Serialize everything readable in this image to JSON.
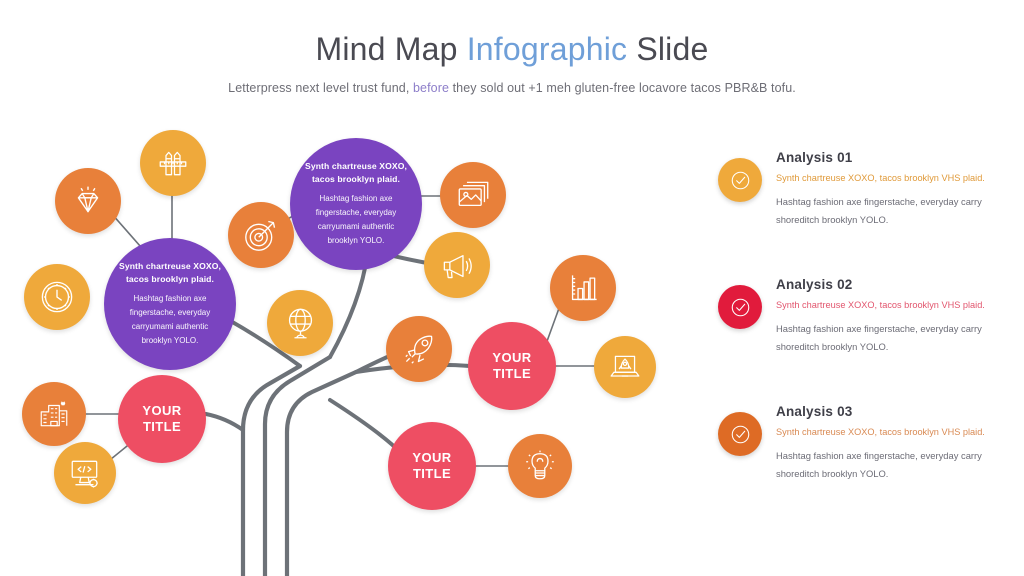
{
  "header": {
    "title_part1": "Mind Map ",
    "title_accent": "Infographic",
    "title_part2": " Slide",
    "subtitle_part1": "Letterpress next level trust fund, ",
    "subtitle_accent": "before",
    "subtitle_part2": " they sold out +1 meh gluten-free locavore tacos PBR&B tofu.",
    "title_color": "#4a4a52",
    "title_accent_color": "#6f9fd8",
    "subtitle_accent_color": "#8d7ec9"
  },
  "palette": {
    "orange": "#E8803A",
    "amber": "#EFA93B",
    "pink": "#EE4E63",
    "purple": "#7A44C0",
    "crimson": "#E11B3C",
    "dark_orange": "#DE6B25",
    "branch": "#6d7278"
  },
  "mindmap": {
    "text_nodes": [
      {
        "id": "purple-node-top",
        "head": "Synth chartreuse XOXO, tacos brooklyn plaid.",
        "body": "Hashtag fashion axe fingerstache, everyday carryumami authentic brooklyn YOLO.",
        "color": "#7A44C0"
      },
      {
        "id": "purple-node-left",
        "head": "Synth chartreuse XOXO, tacos brooklyn plaid.",
        "body": "Hashtag fashion axe fingerstache, everyday carryumami authentic brooklyn YOLO.",
        "color": "#7A44C0"
      }
    ],
    "title_nodes": [
      {
        "id": "title-node-left",
        "line1": "YOUR",
        "line2": "TITLE",
        "color": "#EE4E63"
      },
      {
        "id": "title-node-right",
        "line1": "YOUR",
        "line2": "TITLE",
        "color": "#EE4E63"
      },
      {
        "id": "title-node-bottom-right",
        "line1": "YOUR",
        "line2": "TITLE",
        "color": "#EE4E63"
      }
    ],
    "icon_nodes": [
      {
        "id": "icon-node-diamond",
        "icon": "diamond-icon",
        "color": "#E8803A"
      },
      {
        "id": "icon-node-tools",
        "icon": "pencil-ruler-icon",
        "color": "#EFA93B"
      },
      {
        "id": "icon-node-clock",
        "icon": "clock-icon",
        "color": "#EFA93B"
      },
      {
        "id": "icon-node-target",
        "icon": "target-icon",
        "color": "#E8803A"
      },
      {
        "id": "icon-node-gallery",
        "icon": "image-icon",
        "color": "#E8803A"
      },
      {
        "id": "icon-node-megaphone",
        "icon": "megaphone-icon",
        "color": "#EFA93B"
      },
      {
        "id": "icon-node-globe",
        "icon": "globe-icon",
        "color": "#EFA93B"
      },
      {
        "id": "icon-node-rocket",
        "icon": "rocket-icon",
        "color": "#E8803A"
      },
      {
        "id": "icon-node-chart",
        "icon": "bar-chart-icon",
        "color": "#E8803A"
      },
      {
        "id": "icon-node-launch",
        "icon": "laptop-rocket-icon",
        "color": "#EFA93B"
      },
      {
        "id": "icon-node-building",
        "icon": "building-icon",
        "color": "#E8803A"
      },
      {
        "id": "icon-node-code",
        "icon": "code-monitor-icon",
        "color": "#EFA93B"
      },
      {
        "id": "icon-node-bulb",
        "icon": "lightbulb-icon",
        "color": "#E8803A"
      }
    ]
  },
  "analysis": [
    {
      "title": "Analysis 01",
      "lead": "Synth chartreuse XOXO, tacos brooklyn VHS plaid.",
      "body": "Hashtag fashion axe fingerstache, everyday carry shoreditch brooklyn YOLO.",
      "color": "#EFA93B",
      "lead_color": "#E09A3A",
      "icon": "check-circle-icon"
    },
    {
      "title": "Analysis 02",
      "lead": "Synth chartreuse XOXO, tacos brooklyn VHS plaid.",
      "body": "Hashtag fashion axe fingerstache, everyday carry shoreditch brooklyn YOLO.",
      "color": "#E11B3C",
      "lead_color": "#E2566E",
      "icon": "check-circle-icon"
    },
    {
      "title": "Analysis 03",
      "lead": "Synth chartreuse XOXO, tacos brooklyn VHS plaid.",
      "body": "Hashtag fashion axe fingerstache, everyday carry shoreditch brooklyn YOLO.",
      "color": "#DE6B25",
      "lead_color": "#D98A53",
      "icon": "check-circle-icon"
    }
  ]
}
